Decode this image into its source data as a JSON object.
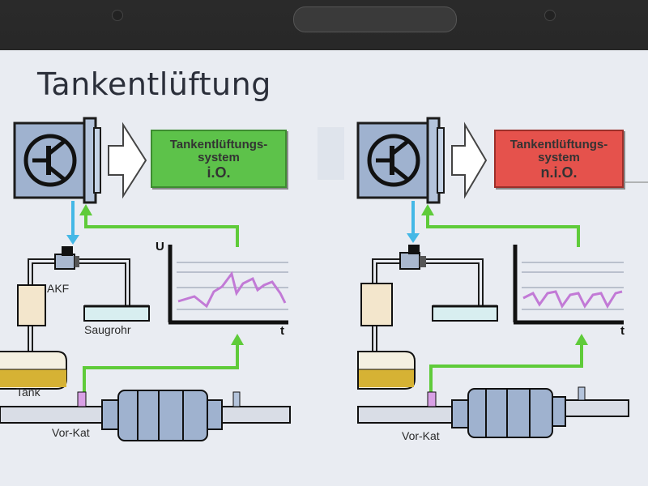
{
  "slide": {
    "title": "Tankentlüftung"
  },
  "panels": [
    {
      "id": "left",
      "status_line1": "Tankentlüftungs-",
      "status_line2": "system",
      "status_line3": "i.O.",
      "status_color": "#5dc24a",
      "labels": {
        "akf": "AKF",
        "saugrohr": "Saugrohr",
        "tank": "Tank",
        "vorkat": "Vor-Kat",
        "u": "U",
        "t": "t"
      }
    },
    {
      "id": "right",
      "status_line1": "Tankentlüftungs-",
      "status_line2": "system",
      "status_line3": "n.i.O.",
      "status_color": "#e5524c",
      "labels": {
        "vorkat": "Vor-Kat",
        "t": "t"
      }
    }
  ],
  "colors": {
    "screen_bg": "#e9ecf2",
    "ecu_body": "#9fb2cf",
    "signal_green": "#5fcb3a",
    "signal_cyan": "#44b8e6",
    "trace_violet": "#c27ad6",
    "fuel": "#d6b234"
  },
  "icons": [
    "transistor-icon",
    "arrow-right-icon"
  ]
}
